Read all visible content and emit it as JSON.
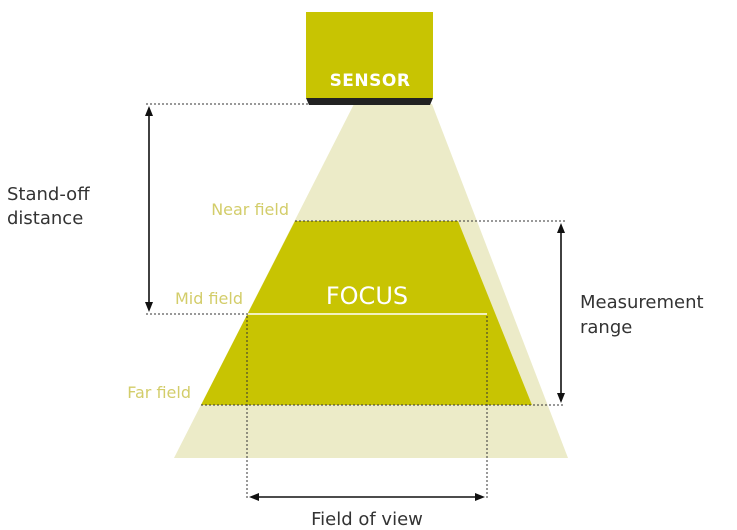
{
  "labels": {
    "sensor": "SENSOR",
    "focus": "FOCUS",
    "near_field": "Near field",
    "mid_field": "Mid field",
    "far_field": "Far field",
    "standoff_line1": "Stand-off",
    "standoff_line2": "distance",
    "measurement_line1": "Measurement",
    "measurement_line2": "range",
    "field_of_view": "Field of view"
  },
  "colors": {
    "sensor_fill": "#c8c402",
    "sensor_base": "#222222",
    "light_cone": "#ecebc8",
    "focus_zone": "#c8c402",
    "label_yellow": "#d3cd6a",
    "dark_text": "#333333"
  }
}
